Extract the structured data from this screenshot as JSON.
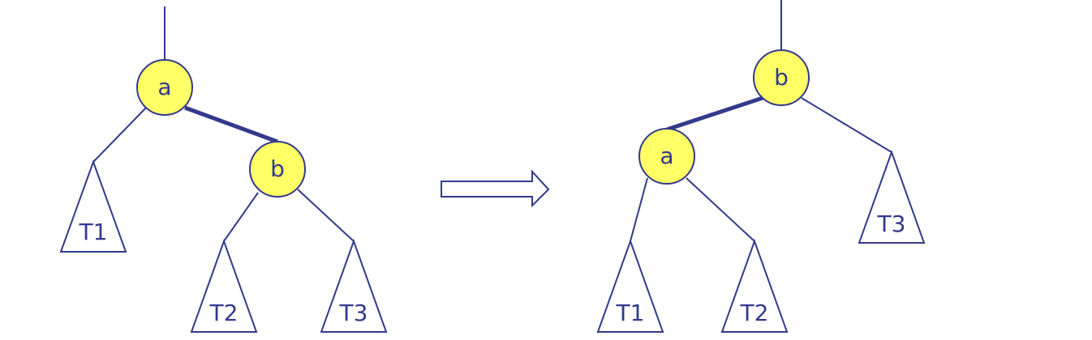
{
  "left_tree": {
    "node_a": "a",
    "node_b": "b",
    "subtree_1": "T1",
    "subtree_2": "T2",
    "subtree_3": "T3"
  },
  "right_tree": {
    "node_a": "a",
    "node_b": "b",
    "subtree_1": "T1",
    "subtree_2": "T2",
    "subtree_3": "T3"
  },
  "colors": {
    "node_fill": "#ffff66",
    "line": "#333a8c",
    "background": "#ffffff"
  }
}
